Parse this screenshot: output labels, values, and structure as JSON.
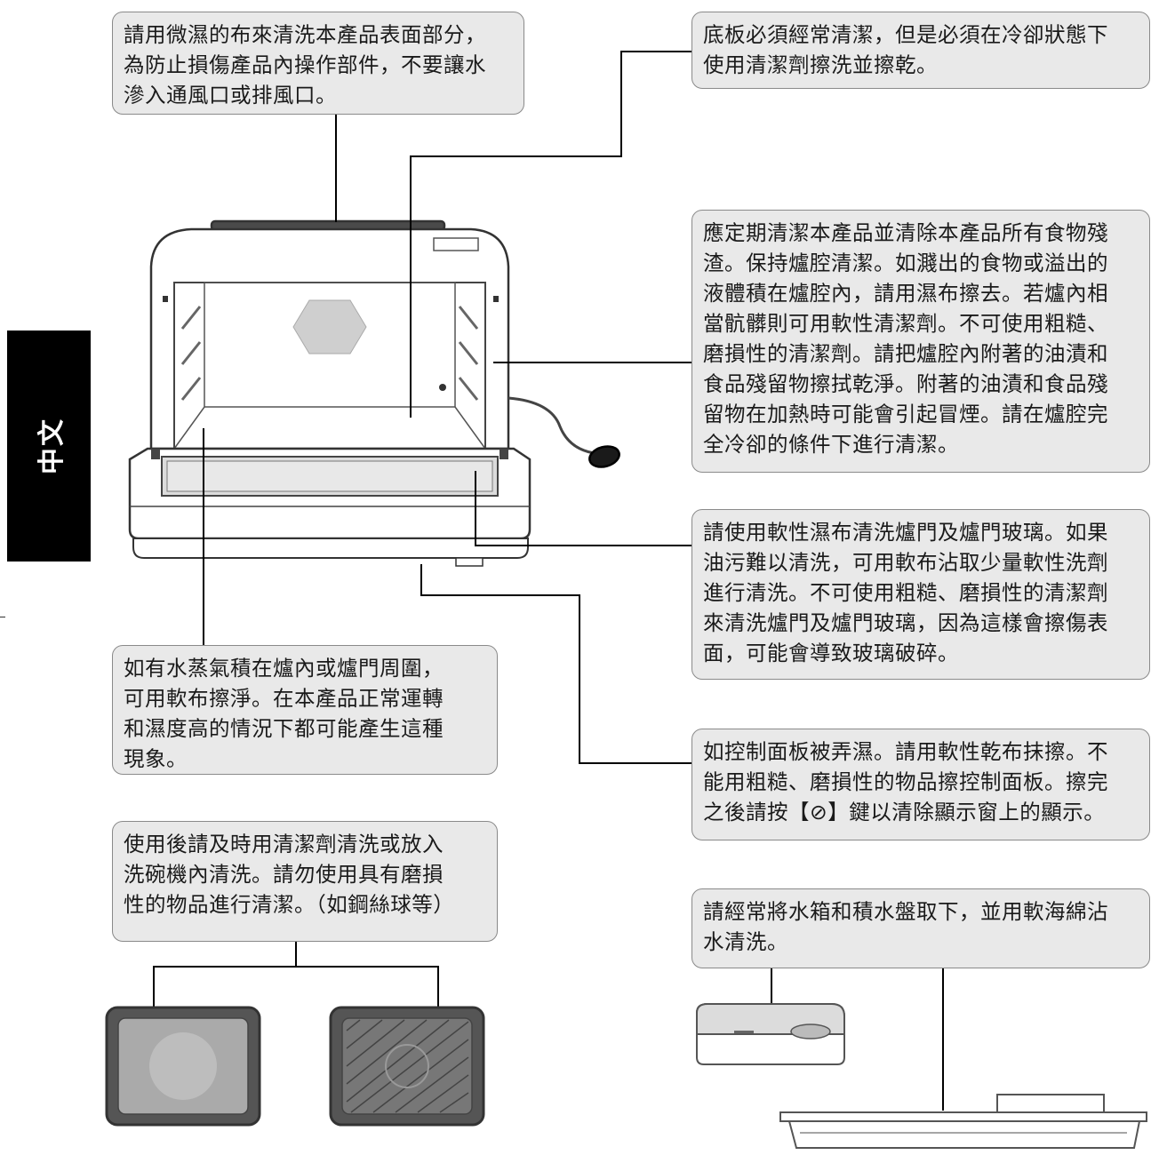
{
  "side_tab": {
    "label": "中文"
  },
  "notes": {
    "top_left": "請用微濕的布來清洗本產品表面部分，\n為防止損傷產品內操作部件，不要讓水\n滲入通風口或排風口。",
    "top_right": "底板必須經常清潔，但是必須在冷卻狀態下\n使用清潔劑擦洗並擦乾。",
    "cavity": "應定期清潔本產品並清除本產品所有食物殘\n渣。保持爐腔清潔。如濺出的食物或溢出的\n液體積在爐腔內，請用濕布擦去。若爐內相\n當骯髒則可用軟性清潔劑。不可使用粗糙、\n磨損性的清潔劑。請把爐腔內附著的油漬和\n食品殘留物擦拭乾淨。附著的油漬和食品殘\n留物在加熱時可能會引起冒煙。請在爐腔完\n全冷卻的條件下進行清潔。",
    "door": "請使用軟性濕布清洗爐門及爐門玻璃。如果\n油污難以清洗，可用軟布沾取少量軟性洗劑\n進行清洗。不可使用粗糙、磨損性的清潔劑\n來清洗爐門及爐門玻璃，因為這樣會擦傷表\n面，可能會導致玻璃破碎。",
    "steam": "如有水蒸氣積在爐內或爐門周圍，\n可用軟布擦淨。在本產品正常運轉\n和濕度高的情況下都可能產生這種\n現象。",
    "control": "如控制面板被弄濕。請用軟性乾布抹擦。不\n能用粗糙、磨損性的物品擦控制面板。擦完\n之後請按【⊘】鍵以清除顯示窗上的顯示。",
    "accessories": "使用後請及時用清潔劑清洗或放入\n洗碗機內清洗。請勿使用具有磨損\n性的物品進行清潔。（如鋼絲球等）",
    "water_tank": "請經常將水箱和積水盤取下，並用軟海綿沾\n水清洗。"
  },
  "icons": [
    "oven-illustration",
    "baking-tray-icon",
    "grill-rack-icon",
    "water-tank-icon",
    "drip-tray-icon"
  ]
}
